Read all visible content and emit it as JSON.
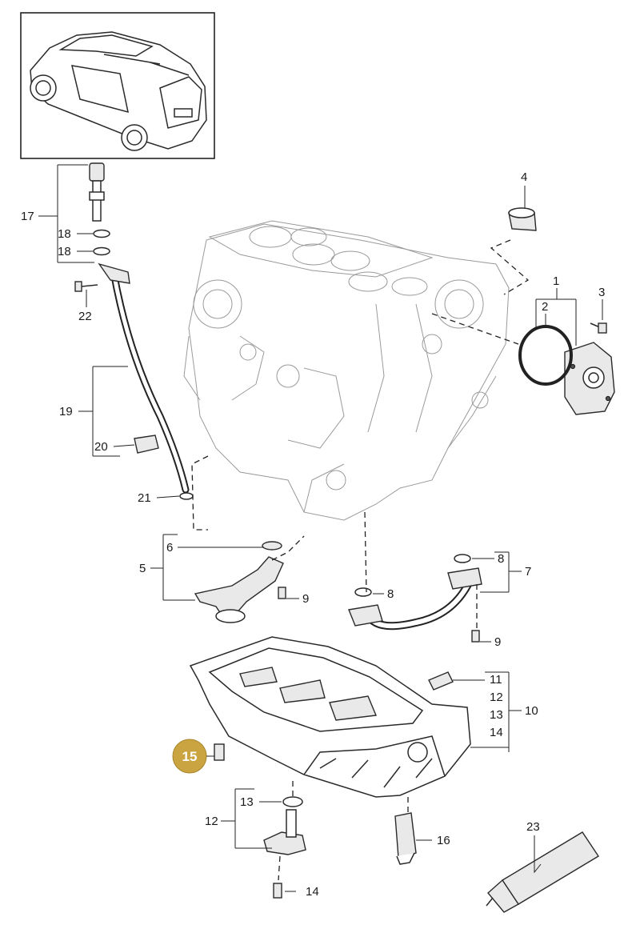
{
  "colors": {
    "highlight_badge": "#c9a440",
    "line": "#222222",
    "ghost_line": "#9a9a9a"
  },
  "highlighted_part": "15",
  "callouts": {
    "p1": "1",
    "p2": "2",
    "p3": "3",
    "p4": "4",
    "p5": "5",
    "p6": "6",
    "p7": "7",
    "p8a": "8",
    "p8b": "8",
    "p9a": "9",
    "p9b": "9",
    "p10": "10",
    "p11": "11",
    "p12a": "12",
    "p12b": "12",
    "p13a": "13",
    "p13b": "13",
    "p14a": "14",
    "p14b": "14",
    "p15": "15",
    "p16": "16",
    "p17": "17",
    "p18a": "18",
    "p18b": "18",
    "p19": "19",
    "p20": "20",
    "p21": "21",
    "p22": "22",
    "p23": "23"
  }
}
